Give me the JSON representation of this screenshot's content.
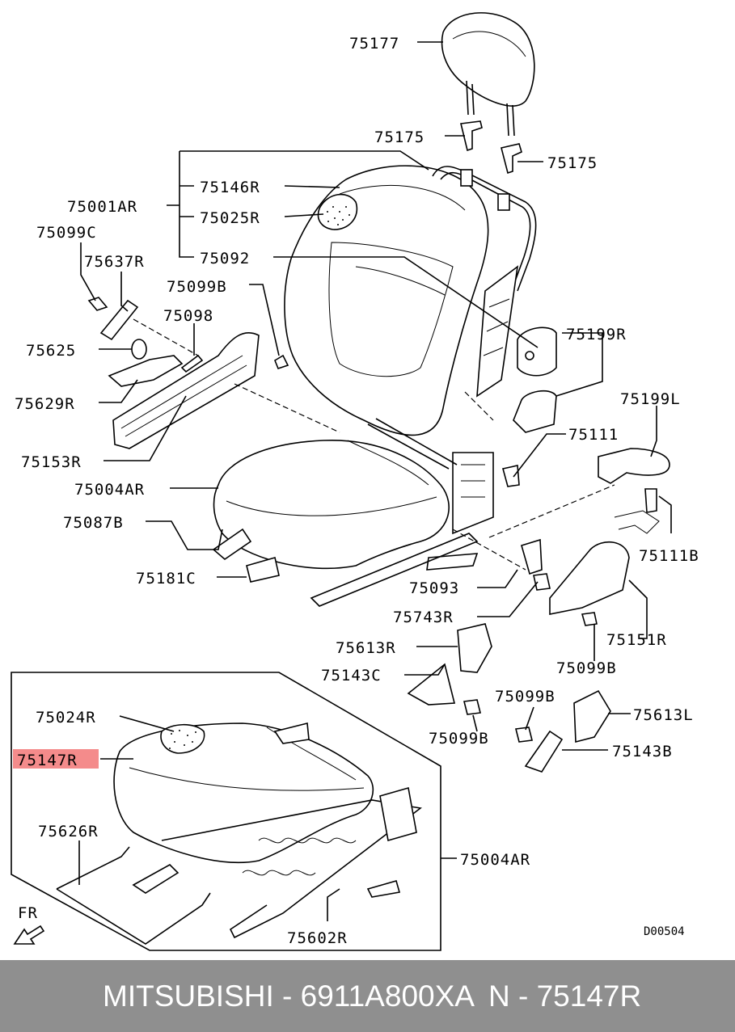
{
  "diagram": {
    "labels": {
      "headrest": "75177",
      "guide_left": "75175",
      "guide_right": "75175",
      "back_assy": "75001AR",
      "back_cover": "75146R",
      "back_heater": "75025R",
      "back_pad": "75092",
      "screw_c": "75099C",
      "knob_cover": "75637R",
      "screw_b_upper": "75099B",
      "spring": "75098",
      "ring": "75625",
      "lever": "75629R",
      "recliner_cover_inner": "75153R",
      "cover_right": "75199R",
      "cover_left": "75199L",
      "bolt_111": "75111",
      "bolt_111b": "75111B",
      "cushion_assy_upper": "75004AR",
      "nut": "75087B",
      "clip": "75181C",
      "belt_washer": "75093",
      "buckle": "75743R",
      "recliner_cover_outer": "75151R",
      "shield_upper_r": "75613R",
      "cover_143c": "75143C",
      "screw_b_mid": "75099B",
      "screw_b_low": "75099B",
      "screw_b_right": "75099B",
      "shield_l": "75613L",
      "cover_143b": "75143B",
      "cushion_heater": "75024R",
      "cushion_cover": "75147R",
      "wire": "75626R",
      "cushion_assy_lower": "75004AR",
      "slide_rail": "75602R",
      "front_mark": "FR",
      "diagram_code": "D00504"
    },
    "highlight_color": "#f48b8b"
  },
  "footer": {
    "brand": "MITSUBISHI - 6911A800XA",
    "part": "N - 75147R",
    "background": "#8f8f8f"
  }
}
